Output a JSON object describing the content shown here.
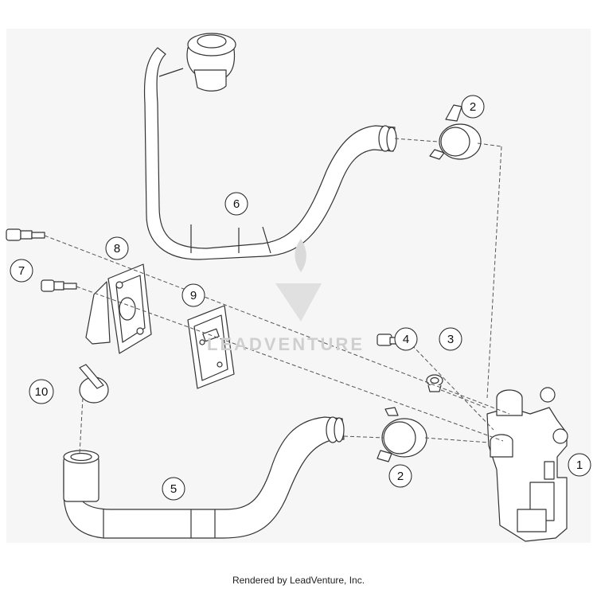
{
  "callouts": [
    {
      "id": "1",
      "label": "1"
    },
    {
      "id": "2a",
      "label": "2"
    },
    {
      "id": "2b",
      "label": "2"
    },
    {
      "id": "3",
      "label": "3"
    },
    {
      "id": "4",
      "label": "4"
    },
    {
      "id": "5",
      "label": "5"
    },
    {
      "id": "6",
      "label": "6"
    },
    {
      "id": "7",
      "label": "7"
    },
    {
      "id": "8",
      "label": "8"
    },
    {
      "id": "9",
      "label": "9"
    },
    {
      "id": "10",
      "label": "10"
    }
  ],
  "watermark": {
    "text": "LEADVENTURE"
  },
  "footer": {
    "credit": "Rendered by LeadVenture, Inc."
  },
  "colors": {
    "panel": "#f6f6f6",
    "line": "#333333",
    "part_fill": "#ffffff",
    "watermark": "#d2d2d2"
  }
}
